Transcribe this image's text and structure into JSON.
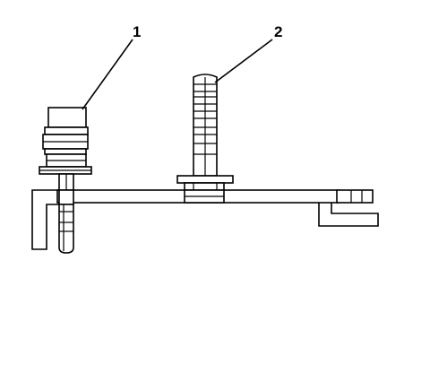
{
  "figure": {
    "callouts": [
      {
        "label": "1",
        "target": "connector-fitting"
      },
      {
        "label": "2",
        "target": "mounting-bolt"
      }
    ]
  }
}
